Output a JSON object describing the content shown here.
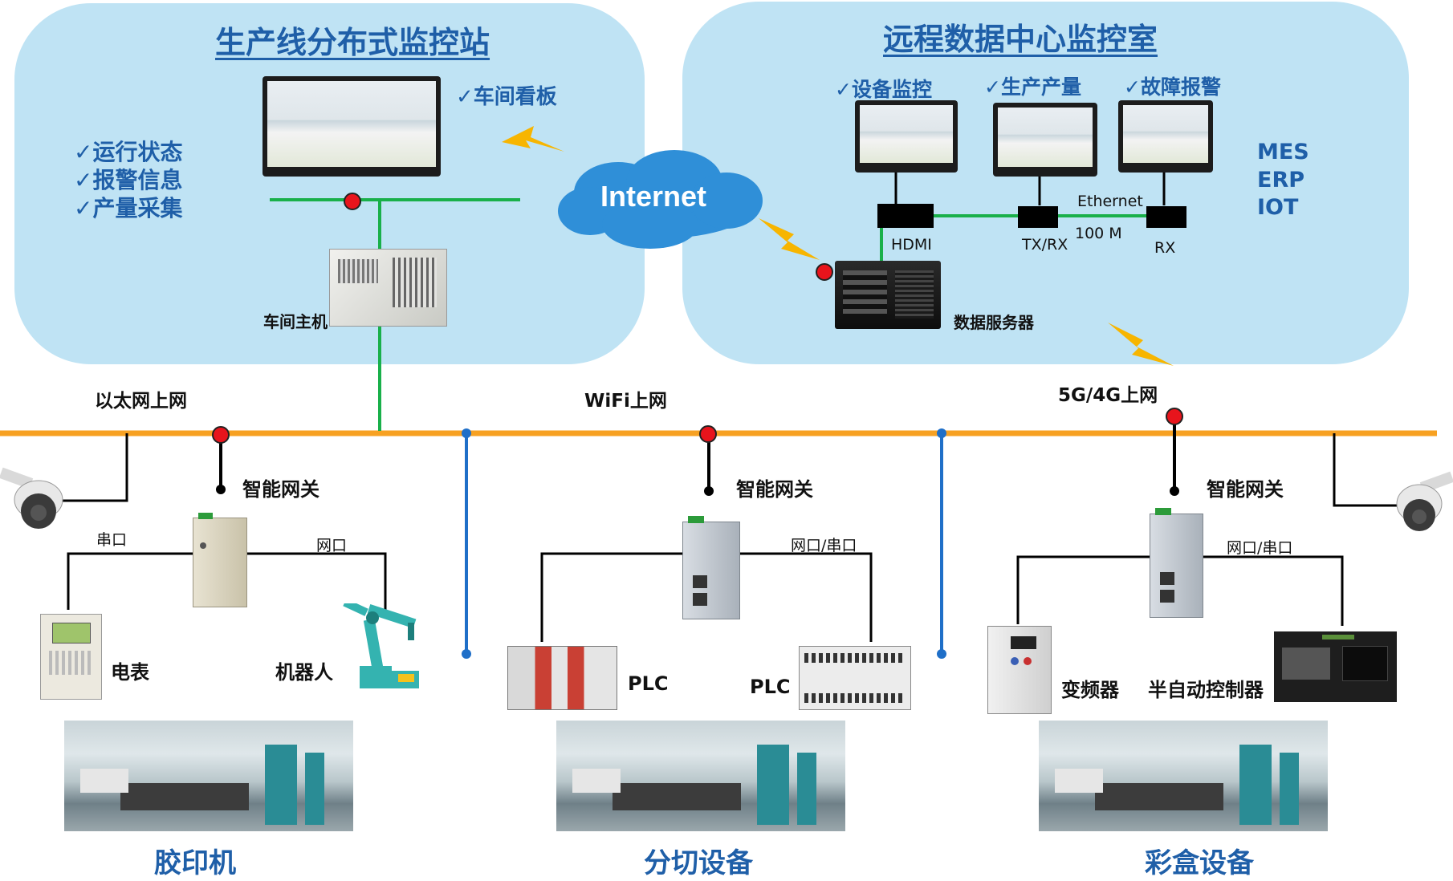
{
  "left_panel": {
    "title": "生产线分布式监控站",
    "board_label": "✓车间看板",
    "checks": [
      "✓运行状态",
      "✓报警信息",
      "✓产量采集"
    ],
    "host_label": "车间主机"
  },
  "internet_label": "Internet",
  "right_panel": {
    "title": "远程数据中心监控室",
    "monitor_labels": [
      "✓设备监控",
      "✓生产产量",
      "✓故障报警"
    ],
    "systems": [
      "MES",
      "ERP",
      "IOT"
    ],
    "ethernet": "Ethernet",
    "speed": "100 M",
    "port_labels": [
      "HDMI",
      "TX/RX",
      "RX"
    ],
    "server_label": "数据服务器"
  },
  "network": {
    "ethernet_label": "以太网上网",
    "wifi_label": "WiFi上网",
    "cellular_label": "5G/4G上网"
  },
  "groups": [
    {
      "gateway_label": "智能网关",
      "left_port": "串口",
      "right_port": "网口",
      "left_device": "电表",
      "right_device": "机器人",
      "machine": "胶印机"
    },
    {
      "gateway_label": "智能网关",
      "right_port": "网口/串口",
      "left_device": "PLC",
      "right_device": "PLC",
      "machine": "分切设备"
    },
    {
      "gateway_label": "智能网关",
      "right_port": "网口/串口",
      "left_device": "变频器",
      "right_device": "半自动控制器",
      "machine": "彩盒设备"
    }
  ],
  "colors": {
    "panel_bg": "#bfe3f4",
    "title_blue": "#1f5fa8",
    "bus_orange": "#f7a122",
    "link_green": "#19b04a",
    "node_red": "#e8141c",
    "cloud_blue": "#2f8fd8"
  }
}
